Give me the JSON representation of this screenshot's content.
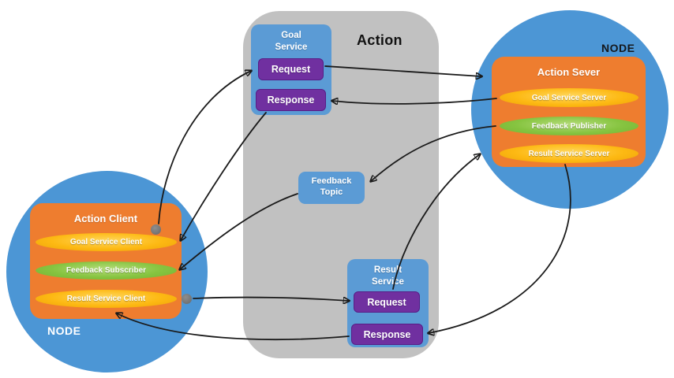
{
  "diagram_title": "Action",
  "action_group": {
    "goal_service": {
      "label": "Goal Service",
      "request_label": "Request",
      "response_label": "Response"
    },
    "feedback_topic": {
      "label": "Feedback Topic"
    },
    "result_service": {
      "label": "Result Service",
      "request_label": "Request",
      "response_label": "Response"
    }
  },
  "server_node": {
    "node_label": "NODE",
    "box_title": "Action Sever",
    "items": [
      {
        "label": "Goal Service Server",
        "kind": "service"
      },
      {
        "label": "Feedback Publisher",
        "kind": "publisher"
      },
      {
        "label": "Result Service Server",
        "kind": "service"
      }
    ]
  },
  "client_node": {
    "node_label": "NODE",
    "box_title": "Action Client",
    "items": [
      {
        "label": "Goal Service Client",
        "kind": "service"
      },
      {
        "label": "Feedback Subscriber",
        "kind": "subscriber"
      },
      {
        "label": "Result Service Client",
        "kind": "service"
      }
    ]
  },
  "arrows": [
    {
      "from": "Goal Service Client",
      "to": "Goal Request"
    },
    {
      "from": "Goal Request",
      "to": "Goal Service Server"
    },
    {
      "from": "Goal Service Server",
      "to": "Goal Response"
    },
    {
      "from": "Goal Response",
      "to": "Goal Service Client"
    },
    {
      "from": "Feedback Publisher",
      "to": "Feedback Topic"
    },
    {
      "from": "Feedback Topic",
      "to": "Feedback Subscriber"
    },
    {
      "from": "Result Service Client",
      "to": "Result Request"
    },
    {
      "from": "Result Request",
      "to": "Result Service Server"
    },
    {
      "from": "Result Service Server",
      "to": "Result Response"
    },
    {
      "from": "Result Response",
      "to": "Result Service Client"
    }
  ],
  "colors": {
    "panel_gray": "#c1c1c1",
    "node_blue": "#4c96d5",
    "box_orange": "#ee7d2f",
    "pill_yellow": "#fdb913",
    "pill_green": "#86c440",
    "service_blue": "#5b9bd5",
    "button_purple": "#7030a0",
    "arrow_black": "#1a1a1a"
  }
}
